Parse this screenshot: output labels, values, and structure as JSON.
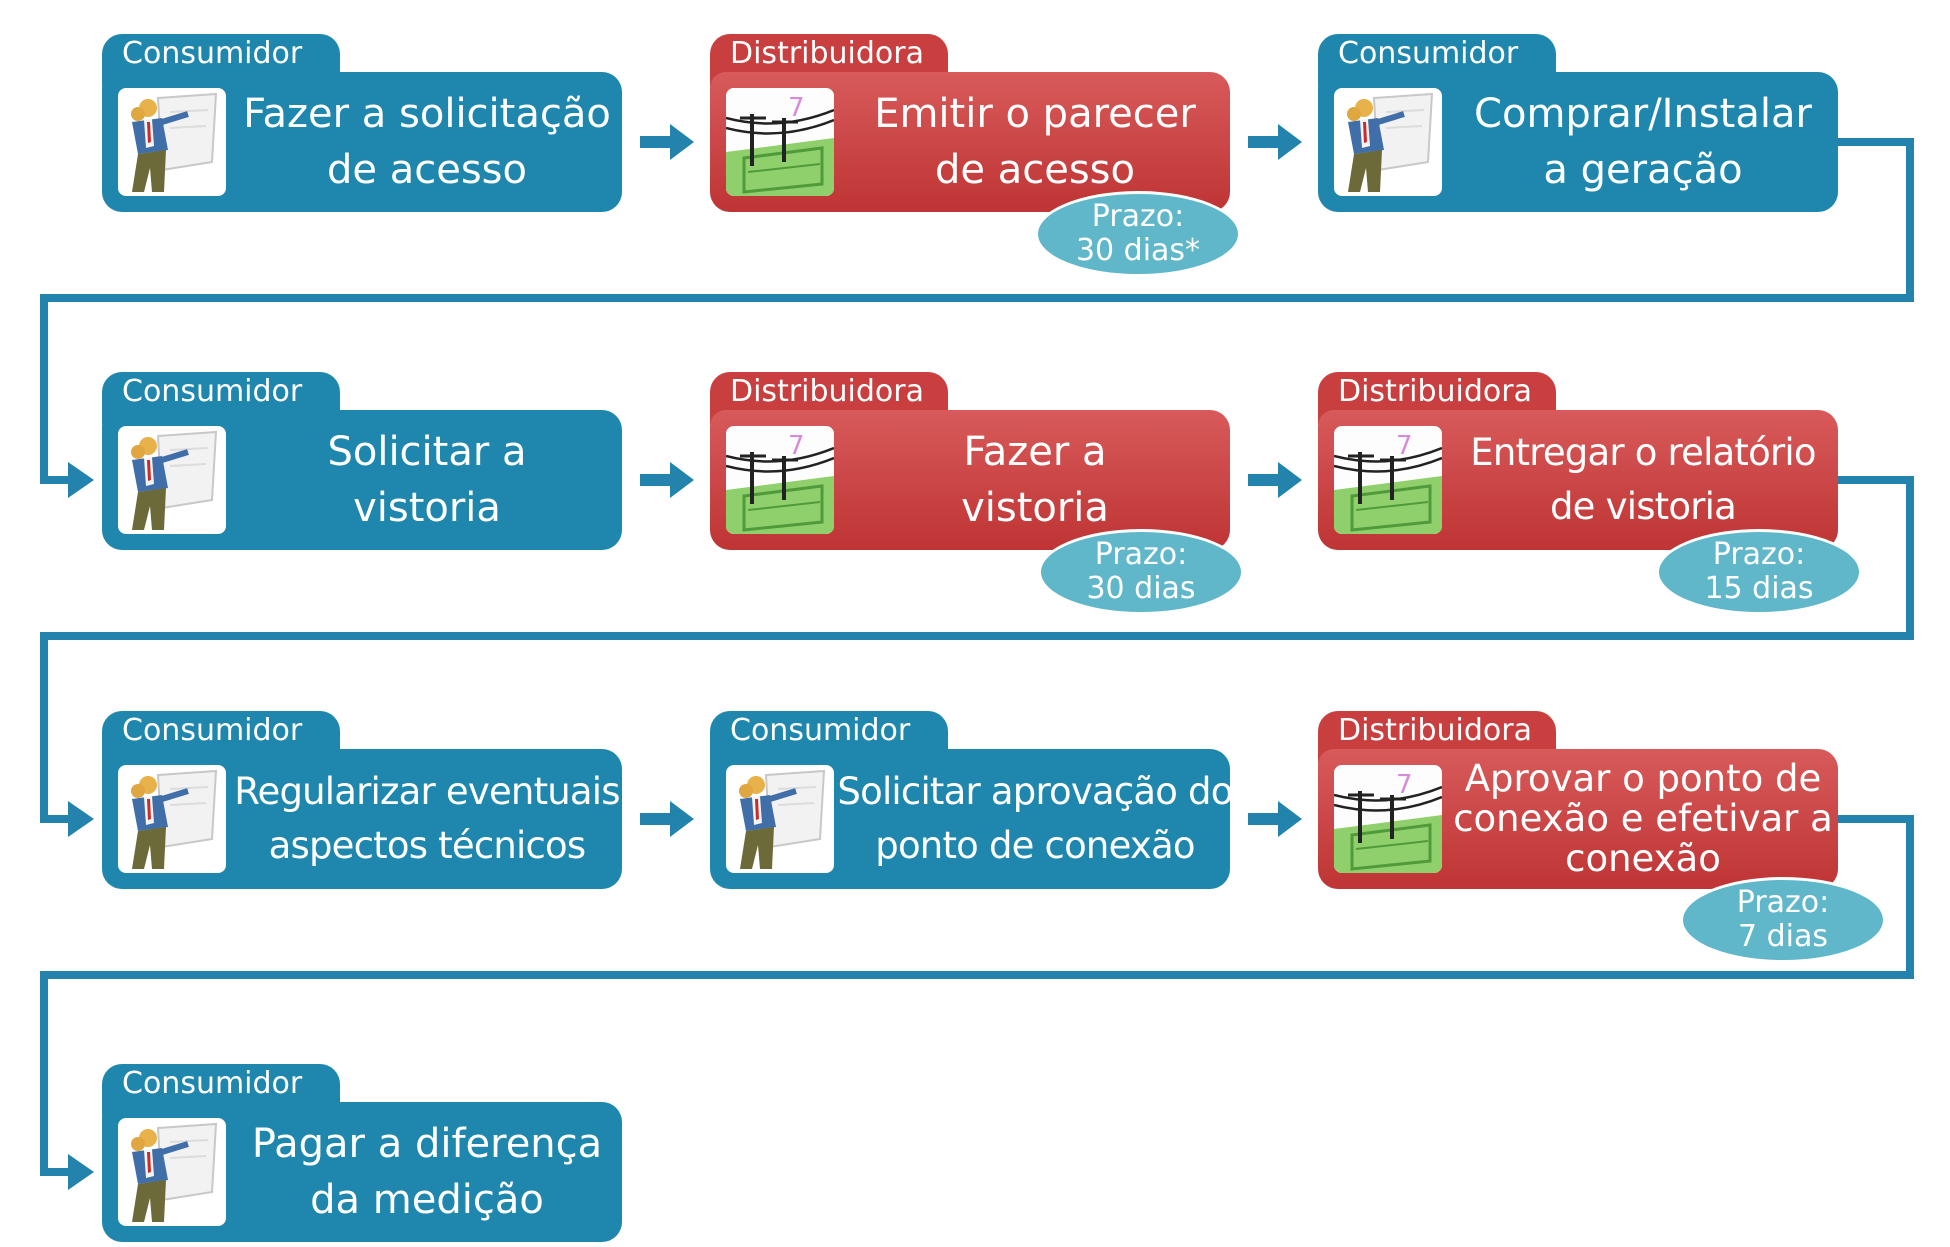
{
  "colors": {
    "consumidor": "#1f87ad",
    "distribuidora": "#c93f3f",
    "deadline_bubble": "#5fb7c9",
    "connector": "#2383ad"
  },
  "icons": {
    "consumidor": "person-with-chart-icon",
    "distribuidora": "power-lines-icon"
  },
  "steps": [
    {
      "actor": "Consumidor",
      "lines": [
        "Fazer a solicitação",
        "de acesso"
      ]
    },
    {
      "actor": "Distribuidora",
      "lines": [
        "Emitir o parecer",
        "de acesso"
      ],
      "deadline": [
        "Prazo:",
        "30 dias*"
      ]
    },
    {
      "actor": "Consumidor",
      "lines": [
        "Comprar/Instalar",
        "a geração"
      ]
    },
    {
      "actor": "Consumidor",
      "lines": [
        "Solicitar a",
        "vistoria"
      ]
    },
    {
      "actor": "Distribuidora",
      "lines": [
        "Fazer a",
        "vistoria"
      ],
      "deadline": [
        "Prazo:",
        "30 dias"
      ]
    },
    {
      "actor": "Distribuidora",
      "lines": [
        "Entregar o relatório",
        "de vistoria"
      ],
      "deadline": [
        "Prazo:",
        "15 dias"
      ]
    },
    {
      "actor": "Consumidor",
      "lines": [
        "Regularizar eventuais",
        "aspectos técnicos"
      ]
    },
    {
      "actor": "Consumidor",
      "lines": [
        "Solicitar aprovação do",
        "ponto de conexão"
      ]
    },
    {
      "actor": "Distribuidora",
      "lines": [
        "Aprovar o ponto de",
        "conexão e efetivar a",
        "conexão"
      ],
      "deadline": [
        "Prazo:",
        "7 dias"
      ]
    },
    {
      "actor": "Consumidor",
      "lines": [
        "Pagar a diferença",
        "da medição"
      ]
    }
  ]
}
